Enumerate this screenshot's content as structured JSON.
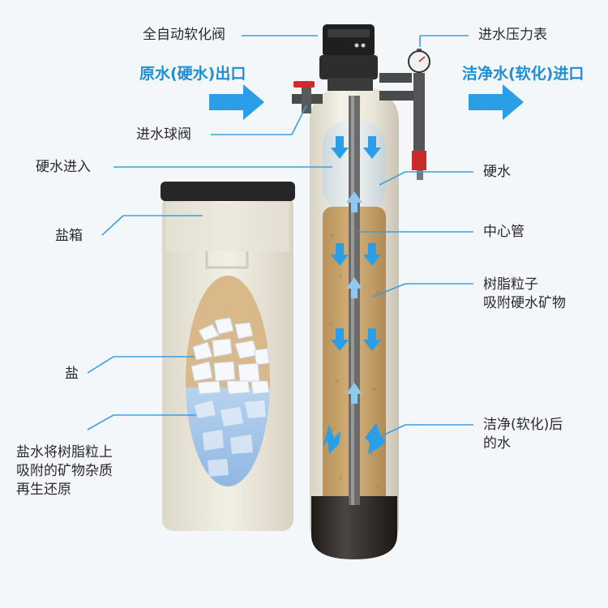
{
  "labels": {
    "valve": "全自动软化阀",
    "raw_outlet": "原水(硬水)出口",
    "ball_valve": "进水球阀",
    "hard_in": "硬水进入",
    "brine_tank": "盐箱",
    "salt": "盐",
    "regen": [
      "盐水将树脂粒上",
      "吸附的矿物杂质",
      "再生还原"
    ],
    "gauge": "进水压力表",
    "clean_inlet": "洁净水(软化)进口",
    "hard_water": "硬水",
    "center_pipe": "中心管",
    "resin": [
      "树脂粒子",
      "吸附硬水矿物"
    ],
    "clean_out": [
      "洁净(软化)后",
      "的水"
    ]
  },
  "colors": {
    "accent_blue": "#1e8fd6",
    "arrow_blue": "#2b9ee8",
    "leader_line": "#3a9fe0",
    "resin_tan": "#c9a66b",
    "tank_white": "#ece8dc",
    "cap_black": "#2a2a2a"
  }
}
